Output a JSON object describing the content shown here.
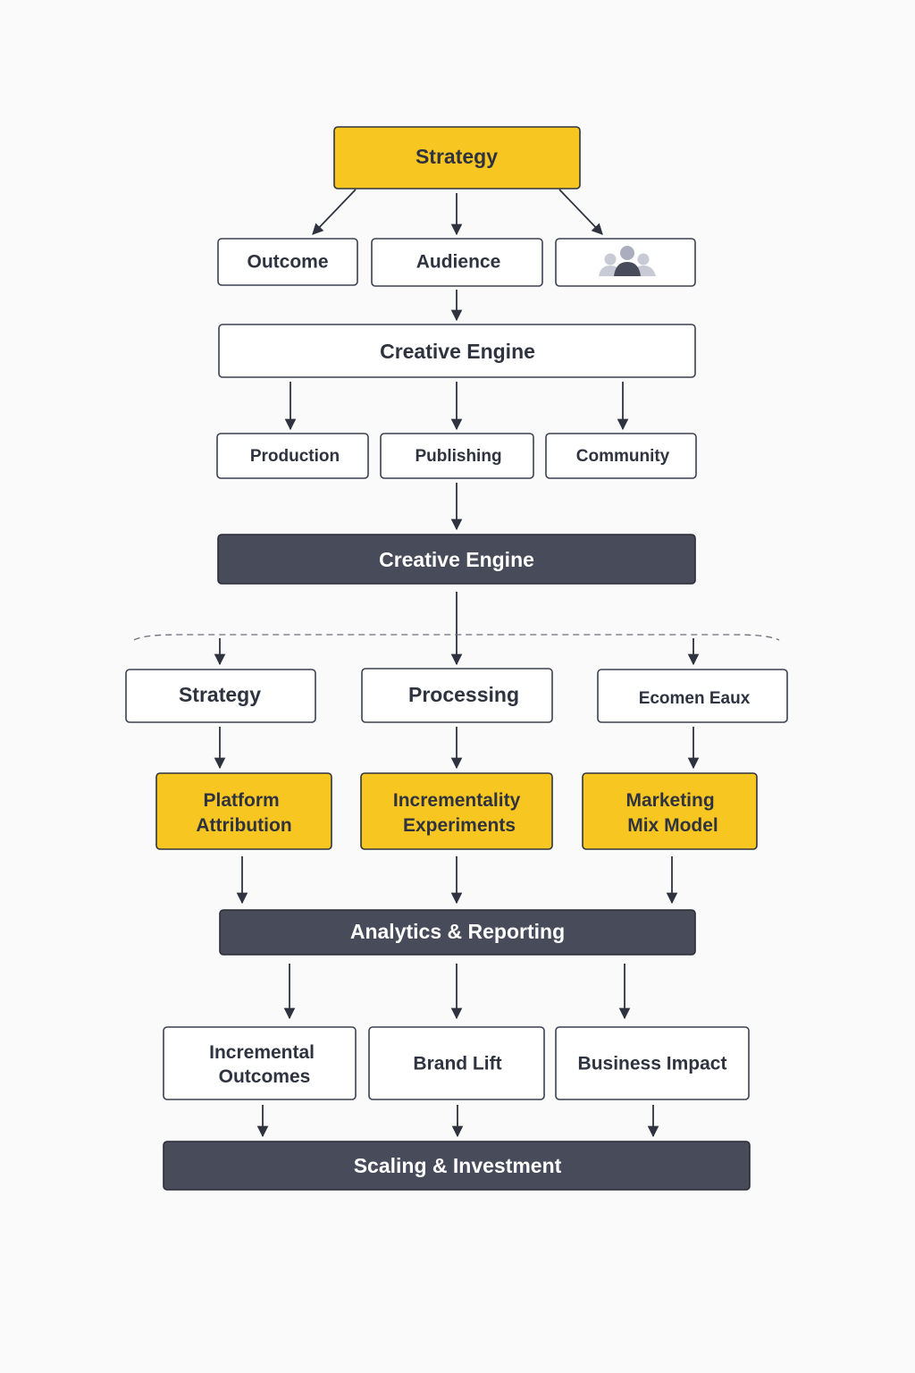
{
  "diagram": {
    "strategy_top": "Strategy",
    "tier2": {
      "outcome": "Outcome",
      "audience": "Audience",
      "people_icon": "people-group-icon"
    },
    "creative_engine_box": "Creative Engine",
    "tier4": {
      "production": "Production",
      "publishing": "Publishing",
      "community": "Community"
    },
    "creative_engine_dark": "Creative Engine",
    "tier6": {
      "strategy": "Strategy",
      "processing": "Processing",
      "ecomen": "Ecomen Eaux"
    },
    "measurement": {
      "platform_attribution": [
        "Platform",
        "Attribution"
      ],
      "incrementality_experiments": [
        "Incrementality",
        "Experiments"
      ],
      "marketing_mix_model": [
        "Marketing",
        "Mix Model"
      ]
    },
    "analytics_reporting": "Analytics & Reporting",
    "outcomes": {
      "incremental_outcomes": [
        "Incremental",
        "Outcomes"
      ],
      "brand_lift": "Brand Lift",
      "business_impact": "Business Impact"
    },
    "scaling_investment": "Scaling & Investment",
    "colors": {
      "accent_yellow": "#f8c620",
      "dark_bar": "#474b5a",
      "text_dark": "#2f3340"
    }
  }
}
